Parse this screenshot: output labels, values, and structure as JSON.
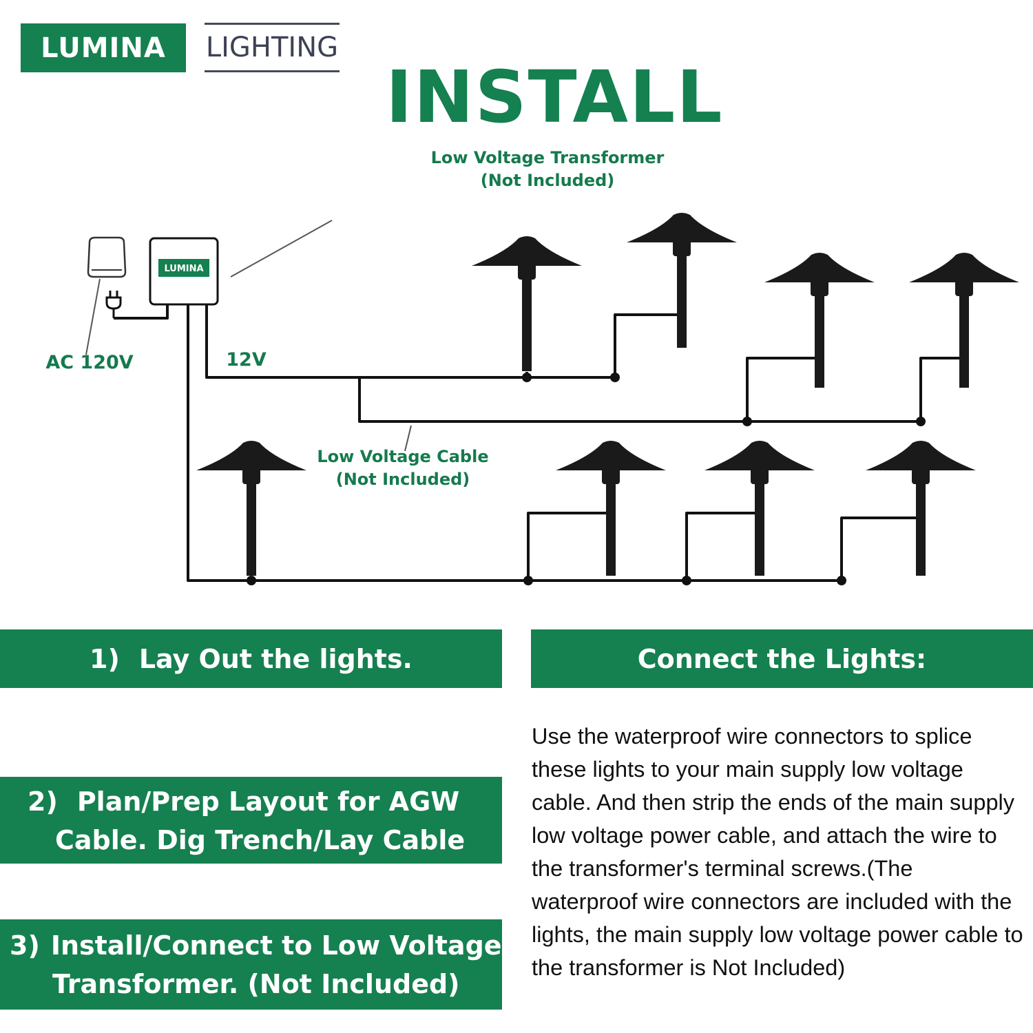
{
  "brand": {
    "name": "LUMINA",
    "subtitle": "LIGHTING"
  },
  "title": "INSTALL",
  "labels": {
    "transformer": [
      "Low Voltage Transformer",
      "(Not Included)"
    ],
    "ac": "AC 120V",
    "voltage": "12V",
    "cable": [
      "Low Voltage Cable",
      "(Not Included)"
    ],
    "transformer_logo": "LUMINA"
  },
  "steps": {
    "step1": {
      "num": "1)",
      "text": "Lay Out the lights."
    },
    "step2": {
      "num": "2)",
      "line1": "Plan/Prep Layout for AGW",
      "line2": "Cable. Dig Trench/Lay Cable"
    },
    "step3": {
      "num": "3)",
      "line1": "Install/Connect to Low Voltage",
      "line2": "Transformer.  (Not Included)"
    },
    "connect_title": "Connect the Lights:"
  },
  "instructions": "Use the waterproof wire connectors to splice these lights to your main supply low voltage cable. And then strip the ends of the main supply low voltage power cable, and attach the wire to the transformer's terminal screws.(The waterproof wire connectors are included with the lights, the main supply low voltage power cable to the transformer is Not Included)",
  "colors": {
    "brand_green": "#158050",
    "wire": "#111111",
    "text_dark": "#3d4254"
  },
  "icons": [
    "wall-outlet-icon",
    "plug-icon",
    "transformer-box-icon",
    "path-light-icon"
  ]
}
